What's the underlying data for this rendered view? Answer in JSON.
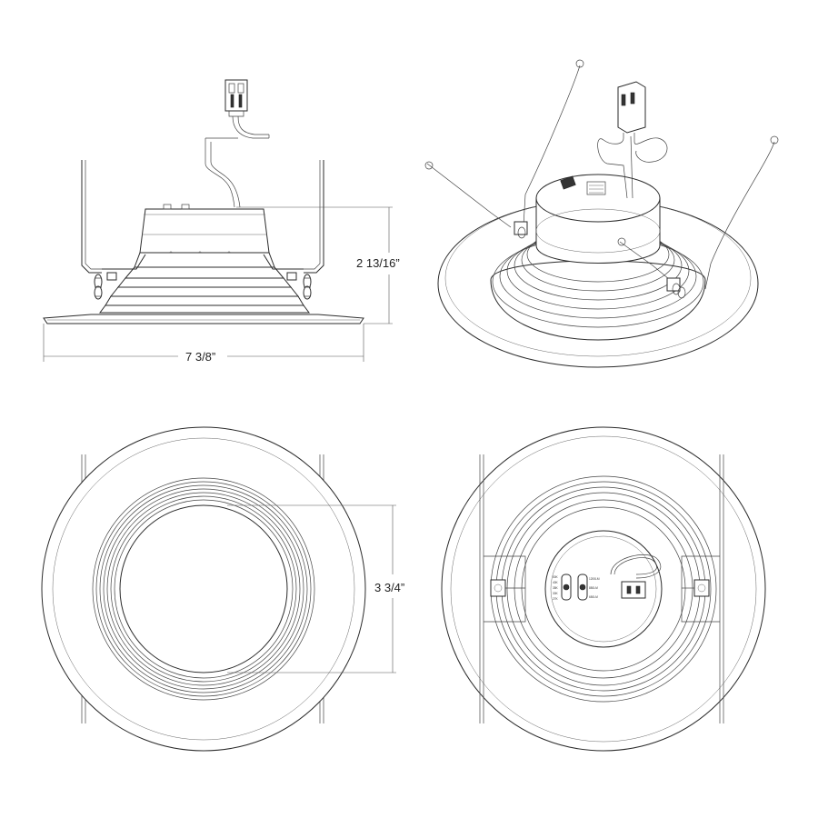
{
  "dimensions": {
    "overall_diameter": "7 3/8”",
    "height": "2 13/16”",
    "aperture": "3 3/4”"
  },
  "views": [
    {
      "name": "side-elevation-view"
    },
    {
      "name": "isometric-view"
    },
    {
      "name": "front-trim-view"
    },
    {
      "name": "back-driver-view"
    }
  ],
  "markings": {
    "cct_values": [
      "50K",
      "40K",
      "35K",
      "30K",
      "27K"
    ],
    "lumen_values": [
      "1200LM",
      "850LM",
      "650LM"
    ]
  }
}
